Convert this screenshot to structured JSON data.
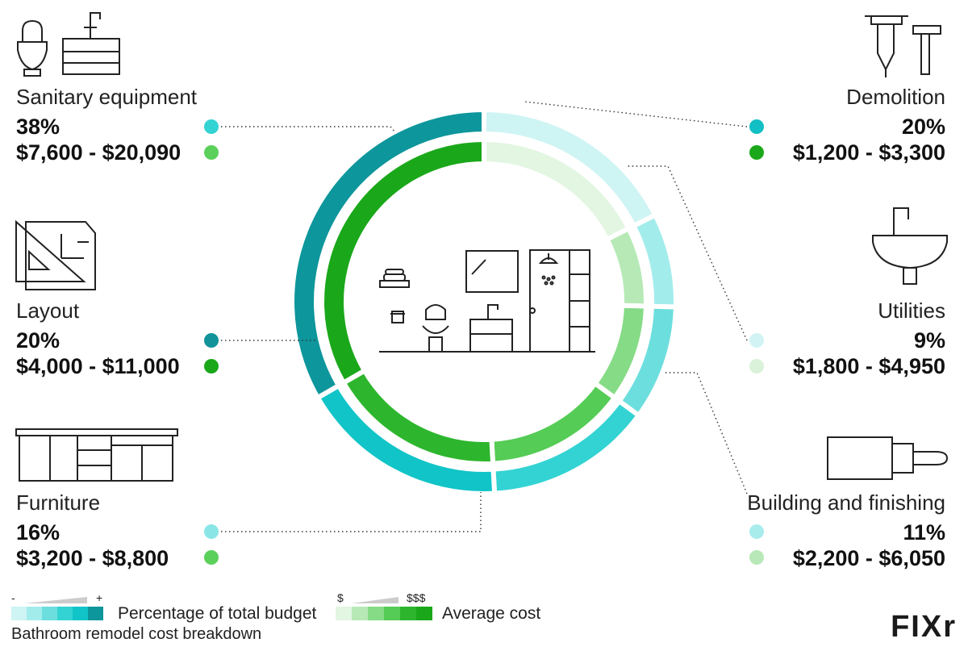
{
  "chart_data": {
    "type": "pie",
    "title": "Bathroom remodel cost breakdown",
    "categories": [
      "Demolition",
      "Utilities",
      "Building and finishing",
      "Furniture",
      "Layout",
      "Sanitary equipment"
    ],
    "series": [
      {
        "name": "Percentage of total budget",
        "values": [
          20,
          9,
          11,
          16,
          20,
          38
        ]
      },
      {
        "name": "Average cost",
        "values": [
          20,
          9,
          11,
          16,
          20,
          38
        ]
      }
    ],
    "items": [
      {
        "name": "Sanitary equipment",
        "percent": "38%",
        "cost": "$7,600 - $20,090",
        "pct_color": "#33d3d3",
        "cost_color": "#5bd05b"
      },
      {
        "name": "Layout",
        "percent": "20%",
        "cost": "$4,000 - $11,000",
        "pct_color": "#119399",
        "cost_color": "#1aa81a"
      },
      {
        "name": "Furniture",
        "percent": "16%",
        "cost": "$3,200 - $8,800",
        "pct_color": "#8ae6e6",
        "cost_color": "#5bd05b"
      },
      {
        "name": "Demolition",
        "percent": "20%",
        "cost": "$1,200 - $3,300",
        "pct_color": "#11bfc4",
        "cost_color": "#1aa81a"
      },
      {
        "name": "Utilities",
        "percent": "9%",
        "cost": "$1,800 - $4,950",
        "pct_color": "#d2f3f3",
        "cost_color": "#d9f2d9"
      },
      {
        "name": "Building and finishing",
        "percent": "11%",
        "cost": "$2,200 - $6,050",
        "pct_color": "#a8ecec",
        "cost_color": "#b8e8b8"
      }
    ],
    "outer_colors": [
      "#cff4f4",
      "#a3ecec",
      "#6cdede",
      "#33d3d3",
      "#11c4c8",
      "#0d969b"
    ],
    "inner_colors": [
      "#e2f6e2",
      "#b6e9b6",
      "#86db86",
      "#55cc55",
      "#2db62d",
      "#1aa81a"
    ],
    "legend": {
      "budget_label": "Percentage of total budget",
      "budget_min": "-",
      "budget_max": "+",
      "cost_label": "Average cost",
      "cost_min": "$",
      "cost_max": "$$$"
    }
  },
  "brand": "FIXr"
}
